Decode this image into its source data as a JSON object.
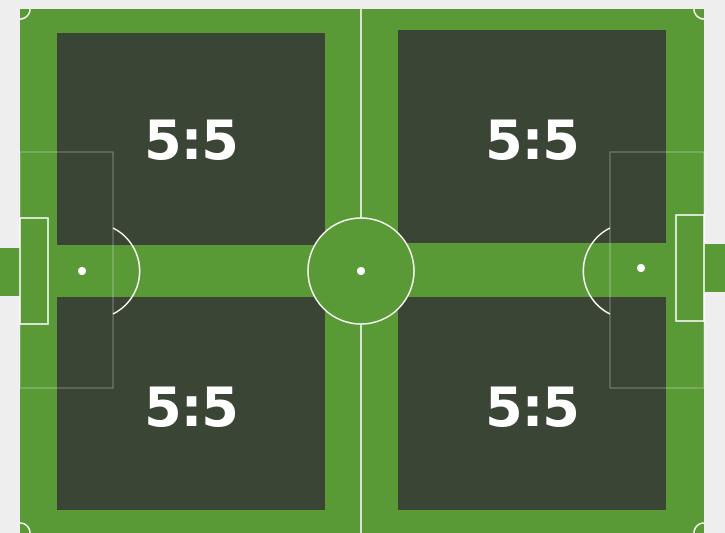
{
  "pitch": {
    "colors": {
      "page_background": "#eeeeee",
      "grass": "#5a9a36",
      "lines": "#ffffff",
      "zone_fill": "#3a4535",
      "zone_text": "#ffffff"
    },
    "zones": [
      {
        "label": "5:5"
      },
      {
        "label": "5:5"
      },
      {
        "label": "5:5"
      },
      {
        "label": "5:5"
      }
    ]
  }
}
